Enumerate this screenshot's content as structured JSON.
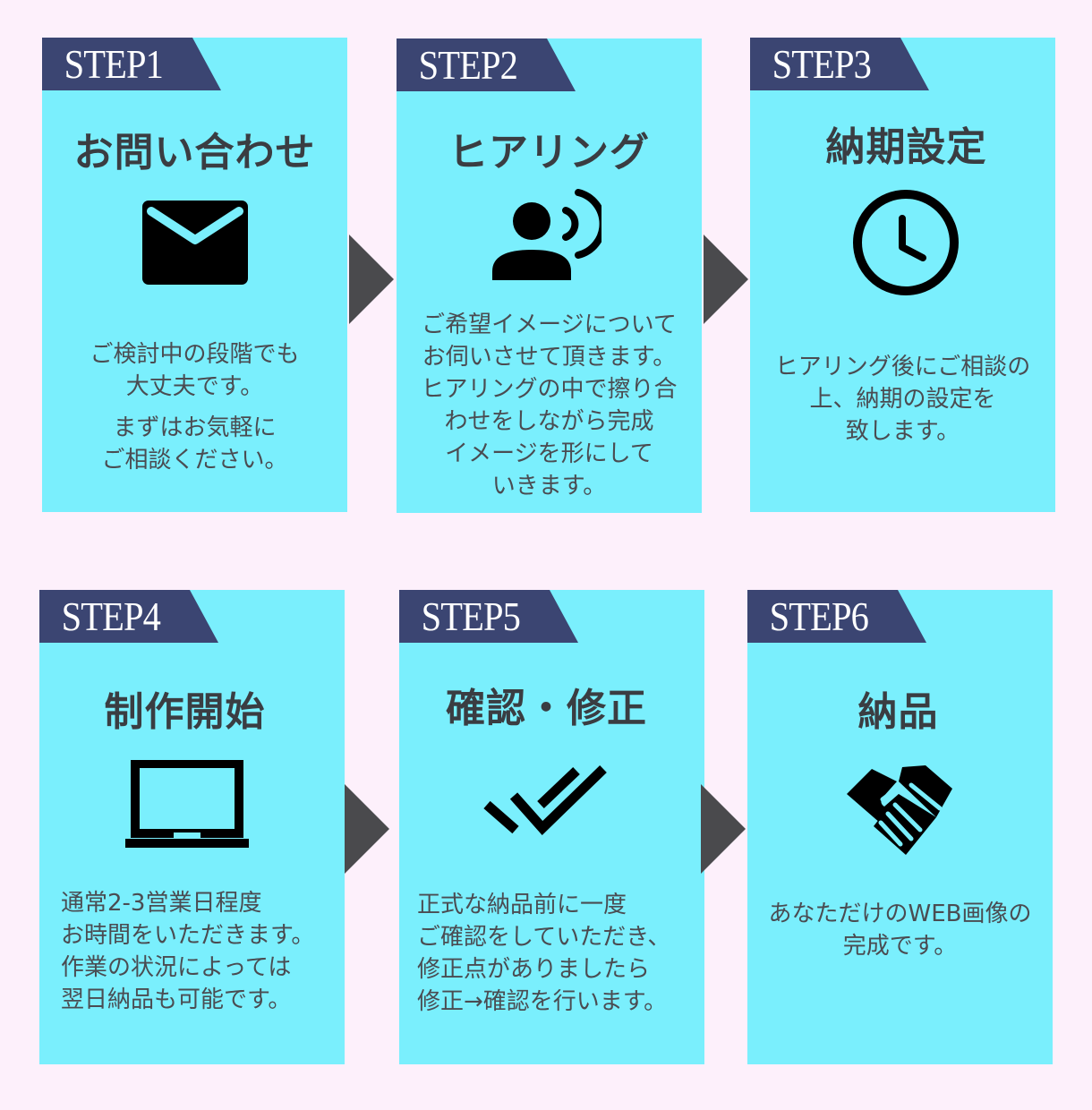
{
  "colors": {
    "background": "#fdf0fb",
    "card": "#7aeffd",
    "step_tag": "#3b4572",
    "arrow": "#4a4a4d",
    "title": "#3a3d42",
    "text": "#4a4c52",
    "icon": "#000000"
  },
  "steps": [
    {
      "tag": "STEP1",
      "title": "お問い合わせ",
      "icon": "envelope-icon",
      "description": [
        "ご検討中の段階でも",
        "大丈夫です。",
        "",
        "まずはお気軽に",
        "ご相談ください。"
      ]
    },
    {
      "tag": "STEP2",
      "title": "ヒアリング",
      "icon": "person-speaking-icon",
      "description": [
        "ご希望イメージについて",
        "お伺いさせて頂きます。",
        "ヒアリングの中で擦り合",
        "わせをしながら完成",
        "イメージを形にして",
        "いきます。"
      ]
    },
    {
      "tag": "STEP3",
      "title": "納期設定",
      "icon": "clock-icon",
      "description": [
        "ヒアリング後にご相談の",
        "上、納期の設定を",
        "致します。"
      ]
    },
    {
      "tag": "STEP4",
      "title": "制作開始",
      "icon": "laptop-icon",
      "description": [
        "通常2-3営業日程度",
        "お時間をいただきます。",
        "作業の状況によっては",
        "翌日納品も可能です。"
      ]
    },
    {
      "tag": "STEP5",
      "title": "確認・修正",
      "icon": "double-check-icon",
      "description": [
        "正式な納品前に一度",
        "ご確認をしていただき、",
        "修正点がありましたら",
        "修正→確認を行います。"
      ]
    },
    {
      "tag": "STEP6",
      "title": "納品",
      "icon": "handshake-icon",
      "description": [
        "あなただけのWEB画像の",
        "完成です。"
      ]
    }
  ]
}
